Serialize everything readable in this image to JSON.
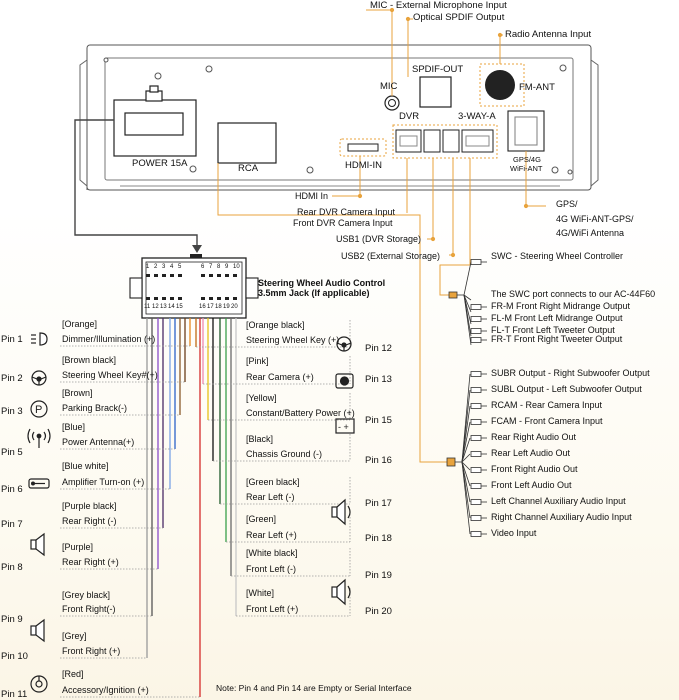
{
  "top_callouts": {
    "mic": "MIC - External Microphone Input",
    "spdif": "Optical SPDIF Output",
    "radio_antenna": "Radio Antenna Input"
  },
  "unit_labels": {
    "mic": "MIC",
    "spdif_out": "SPDIF-OUT",
    "fm_ant": "FM-ANT",
    "dvr": "DVR",
    "three_way": "3-WAY-A",
    "power": "POWER 15A",
    "rca": "RCA",
    "hdmi_in": "HDMI-IN",
    "gps_line1": "GPS/4G",
    "gps_line2": "WiFi-ANT"
  },
  "bottom_callouts": {
    "hdmi": "HDMI In",
    "rear_dvr": "Rear DVR Camera Input",
    "front_dvr": "Front DVR Camera Input",
    "usb1": "USB1 (DVR Storage)",
    "usb2": "USB2 (External Storage)",
    "gps_line1": "GPS/",
    "gps_line2": "4G WiFi-ANT-GPS/",
    "gps_line3": "4G/WiFi Antenna"
  },
  "harness": {
    "top_numbers": [
      "1",
      "2",
      "3",
      "4",
      "5",
      "6",
      "7",
      "8",
      "9",
      "10"
    ],
    "bottom_numbers": [
      "11",
      "12",
      "13",
      "14",
      "15",
      "16",
      "17",
      "18",
      "19",
      "20"
    ],
    "swc_title": "Steering Wheel Audio Control",
    "swc_subtitle": "3.5mm Jack (If applicable)"
  },
  "swc_group": [
    "SWC - Steering Wheel Controller",
    "The SWC port connects to our AC-44F60",
    "FR-M Front Right Midrange Output",
    "FL-M Front Left Midrange Output",
    "FL-T Front Left Tweeter Output",
    "FR-T Front Right Tweeter Output"
  ],
  "rca_group": [
    "SUBR Output - Right Subwoofer Output",
    "SUBL Output - Left Subwoofer Output",
    "RCAM - Rear Camera Input",
    "FCAM - Front Camera Input",
    "Rear Right Audio Out",
    "Rear Left Audio Out",
    "Front Right Audio Out",
    "Front Left Audio Out",
    "Left Channel Auxiliary Audio Input",
    "Right Channel Auxiliary Audio Input",
    "Video Input"
  ],
  "left_pins": [
    {
      "pin": "Pin 1",
      "color": "[Orange]",
      "function": "Dimmer/Illumination (+)",
      "icon": "headlight-icon",
      "wire_color": "#e8891e"
    },
    {
      "pin": "Pin 2",
      "color": "[Brown black]",
      "function": "Steering Wheel Key#(+)",
      "icon": "steering-wheel-icon",
      "wire_color": "#6b3d1a"
    },
    {
      "pin": "Pin 3",
      "color": "[Brown]",
      "function": "Parking Brack(-)",
      "icon": "parking-brake-icon",
      "wire_color": "#8b5a2b"
    },
    {
      "pin": "Pin 5",
      "color": "[Blue]",
      "function": "Power Antenna(+)",
      "icon": "antenna-icon",
      "wire_color": "#2c63c8"
    },
    {
      "pin": "Pin 6",
      "color": "[Blue white]",
      "function": "Amplifier Turn-on (+)",
      "icon": "amplifier-icon",
      "wire_color": "#7aa3e6"
    },
    {
      "pin": "Pin 7",
      "color": "[Purple black]",
      "function": "Rear Right (-)",
      "icon": "speaker-icon",
      "wire_color": "#4a2a66"
    },
    {
      "pin": "Pin 8",
      "color": "[Purple]",
      "function": "Rear Right (+)",
      "icon": "",
      "wire_color": "#8a4cc8"
    },
    {
      "pin": "Pin 9",
      "color": "[Grey black]",
      "function": "Front Right(-)",
      "icon": "speaker-icon",
      "wire_color": "#555555"
    },
    {
      "pin": "Pin 10",
      "color": "[Grey]",
      "function": "Front Right (+)",
      "icon": "",
      "wire_color": "#9a9a9a"
    },
    {
      "pin": "Pin 11",
      "color": "[Red]",
      "function": "Accessory/Ignition (+)",
      "icon": "ignition-icon",
      "wire_color": "#d52b2b"
    }
  ],
  "right_pins": [
    {
      "pin": "Pin 12",
      "color": "[Orange black]",
      "function": "Steering Wheel Key (+)",
      "wire_color": "#c06a12"
    },
    {
      "pin": "Pin 13",
      "color": "[Pink]",
      "function": "Rear Camera (+)",
      "wire_color": "#f08ab0"
    },
    {
      "pin": "Pin 15",
      "color": "[Yellow]",
      "function": "Constant/Battery Power (+)",
      "wire_color": "#e6c21a"
    },
    {
      "pin": "Pin 16",
      "color": "[Black]",
      "function": "Chassis Ground (-)",
      "wire_color": "#111111"
    },
    {
      "pin": "Pin 17",
      "color": "[Green black]",
      "function": "Rear Left (-)",
      "wire_color": "#1f5a2a"
    },
    {
      "pin": "Pin 18",
      "color": "[Green]",
      "function": "Rear Left (+)",
      "wire_color": "#3aa04a"
    },
    {
      "pin": "Pin 19",
      "color": "[White black]",
      "function": "Front Left (-)",
      "wire_color": "#6a6a6a"
    },
    {
      "pin": "Pin 20",
      "color": "[White]",
      "function": "Front Left (+)",
      "wire_color": "#c8c8c8"
    }
  ],
  "note": "Note: Pin 4 and Pin 14 are Empty or Serial Interface",
  "palette": {
    "callout_line": "#e8a33d",
    "unit_line": "#555555",
    "dotted": "#999999"
  }
}
